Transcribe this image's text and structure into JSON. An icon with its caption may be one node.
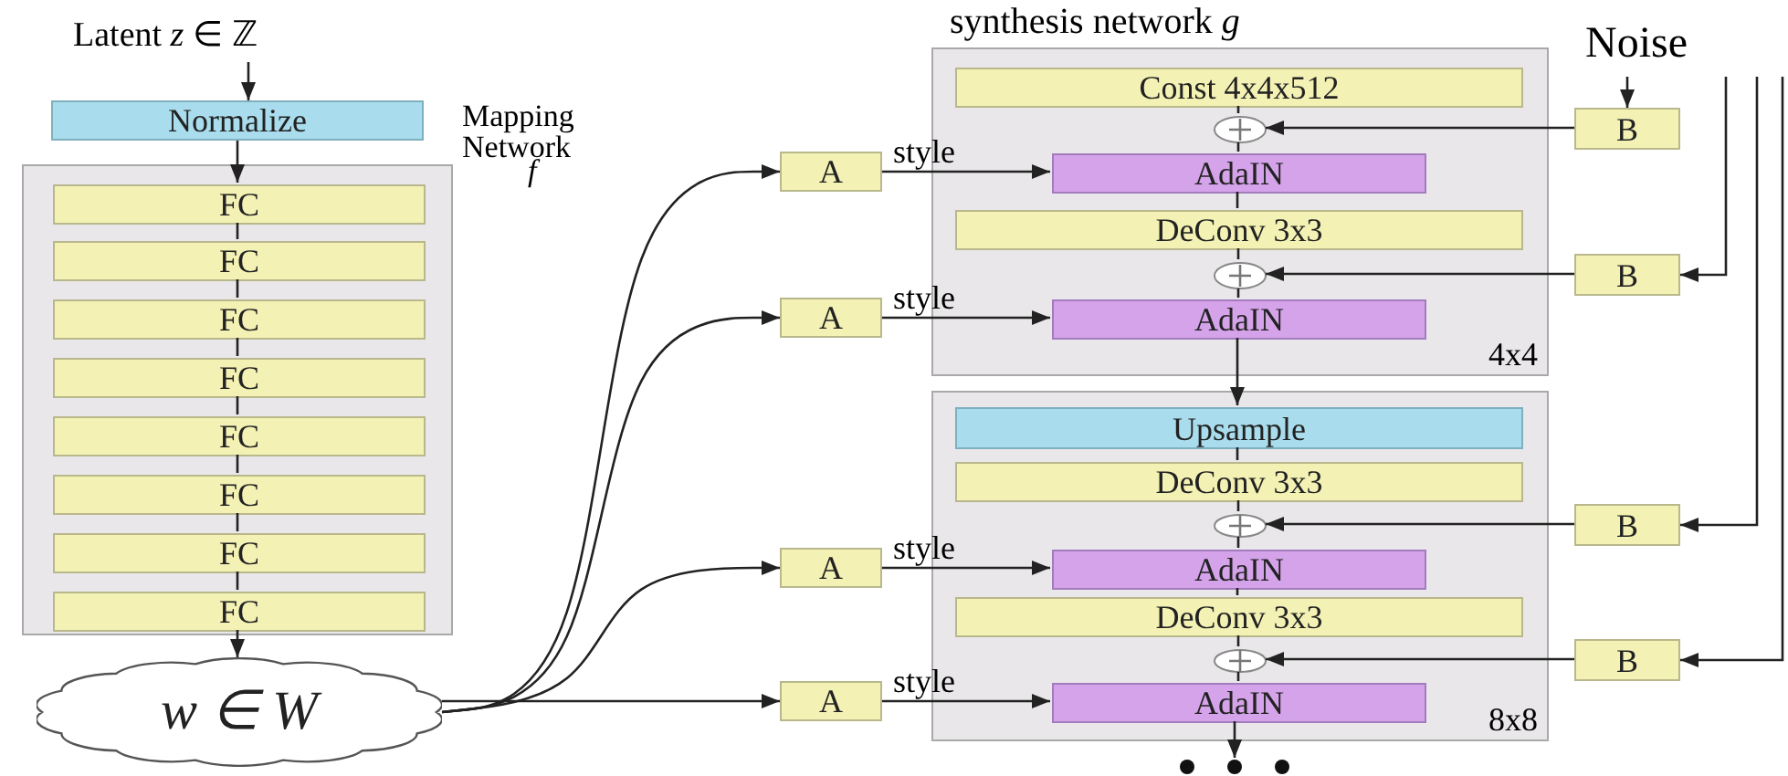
{
  "diagram": {
    "title": "synthesis network *g*",
    "nodes": [
      {
        "text": [
          "Latent *z* ∈ ℤ"
        ]
      },
      {
        "text": [
          "Normalize"
        ]
      },
      {
        "text": [
          "Mapping Network",
          "f"
        ]
      },
      {
        "text": [
          "FC"
        ],
        "in": 2
      },
      {
        "text": [
          "FC"
        ],
        "in": 2
      },
      {
        "text": [
          "FC"
        ],
        "in": 2
      },
      {
        "text": [
          "FC"
        ],
        "in": 2
      },
      {
        "text": [
          "FC"
        ],
        "in": 2
      },
      {
        "text": [
          "FC"
        ],
        "in": 2
      },
      {
        "text": [
          "FC"
        ],
        "in": 2
      },
      {
        "text": [
          "FC"
        ],
        "in": 2
      },
      {
        "text": [
          "w ∈ W"
        ]
      },
      {
        "text": [
          "4x4"
        ]
      },
      {
        "text": [
          "Const 4x4x512"
        ],
        "in": 12
      },
      {
        "text": [],
        "shape": "circle",
        "in": 12
      },
      {
        "text": [
          "AdaIN"
        ],
        "in": 12
      },
      {
        "text": [
          "DeConv 3x3"
        ],
        "in": 12
      },
      {
        "text": [],
        "shape": "circle",
        "in": 12
      },
      {
        "text": [
          "AdaIN"
        ],
        "in": 12
      },
      {
        "text": [
          "8x8"
        ]
      },
      {
        "text": [
          "Upsample"
        ],
        "in": 19
      },
      {
        "text": [
          "DeConv 3x3"
        ],
        "in": 19
      },
      {
        "text": [],
        "shape": "circle",
        "in": 19
      },
      {
        "text": [
          "AdaIN"
        ],
        "in": 19
      },
      {
        "text": [
          "DeConv 3x3"
        ],
        "in": 19
      },
      {
        "text": [],
        "shape": "circle",
        "in": 19
      },
      {
        "text": [
          "AdaIN"
        ],
        "in": 19
      },
      {
        "text": [],
        "shape": "dots"
      },
      {
        "text": [
          "A"
        ]
      },
      {
        "text": [
          "A"
        ]
      },
      {
        "text": [
          "A"
        ]
      },
      {
        "text": [
          "A"
        ]
      },
      {
        "text": [
          "Noise"
        ]
      },
      {
        "text": [
          "B"
        ]
      },
      {
        "text": [
          "B"
        ]
      },
      {
        "text": [
          "B"
        ]
      },
      {
        "text": [
          "B"
        ]
      }
    ],
    "edges": [
      {
        "from": 0,
        "to": 1,
        "arrow": "to"
      },
      {
        "from": 1,
        "to": 3,
        "arrow": "to"
      },
      {
        "from": 3,
        "to": 4,
        "arrow": "none"
      },
      {
        "from": 4,
        "to": 5,
        "arrow": "none"
      },
      {
        "from": 5,
        "to": 6,
        "arrow": "none"
      },
      {
        "from": 6,
        "to": 7,
        "arrow": "none"
      },
      {
        "from": 7,
        "to": 8,
        "arrow": "none"
      },
      {
        "from": 8,
        "to": 9,
        "arrow": "none"
      },
      {
        "from": 9,
        "to": 10,
        "arrow": "none"
      },
      {
        "from": 10,
        "to": 11,
        "arrow": "to"
      },
      {
        "from": 13,
        "to": 14,
        "arrow": "none"
      },
      {
        "from": 14,
        "to": 15,
        "arrow": "none"
      },
      {
        "from": 15,
        "to": 16,
        "arrow": "none"
      },
      {
        "from": 16,
        "to": 17,
        "arrow": "none"
      },
      {
        "from": 17,
        "to": 18,
        "arrow": "none"
      },
      {
        "from": 18,
        "to": 20,
        "arrow": "to"
      },
      {
        "from": 20,
        "to": 21,
        "arrow": "none"
      },
      {
        "from": 21,
        "to": 22,
        "arrow": "none"
      },
      {
        "from": 22,
        "to": 23,
        "arrow": "none"
      },
      {
        "from": 23,
        "to": 24,
        "arrow": "none"
      },
      {
        "from": 24,
        "to": 25,
        "arrow": "none"
      },
      {
        "from": 25,
        "to": 26,
        "arrow": "none"
      },
      {
        "from": 26,
        "to": 27,
        "arrow": "to"
      },
      {
        "from": 11,
        "to": 28,
        "arrow": "to"
      },
      {
        "from": 11,
        "to": 29,
        "arrow": "to"
      },
      {
        "from": 11,
        "to": 30,
        "arrow": "to"
      },
      {
        "from": 11,
        "to": 31,
        "arrow": "to"
      },
      {
        "from": 28,
        "to": 15,
        "arrow": "to",
        "label": "style"
      },
      {
        "from": 29,
        "to": 18,
        "arrow": "to",
        "label": "style"
      },
      {
        "from": 30,
        "to": 23,
        "arrow": "to",
        "label": "style"
      },
      {
        "from": 31,
        "to": 26,
        "arrow": "to",
        "label": "style"
      },
      {
        "from": 32,
        "to": 33,
        "arrow": "to"
      },
      {
        "from": 32,
        "to": 34,
        "arrow": "to"
      },
      {
        "from": 32,
        "to": 35,
        "arrow": "to"
      },
      {
        "from": 32,
        "to": 36,
        "arrow": "to"
      },
      {
        "from": 33,
        "to": 14,
        "arrow": "to"
      },
      {
        "from": 34,
        "to": 17,
        "arrow": "to"
      },
      {
        "from": 35,
        "to": 22,
        "arrow": "to"
      },
      {
        "from": 36,
        "to": 25,
        "arrow": "to"
      }
    ]
  }
}
